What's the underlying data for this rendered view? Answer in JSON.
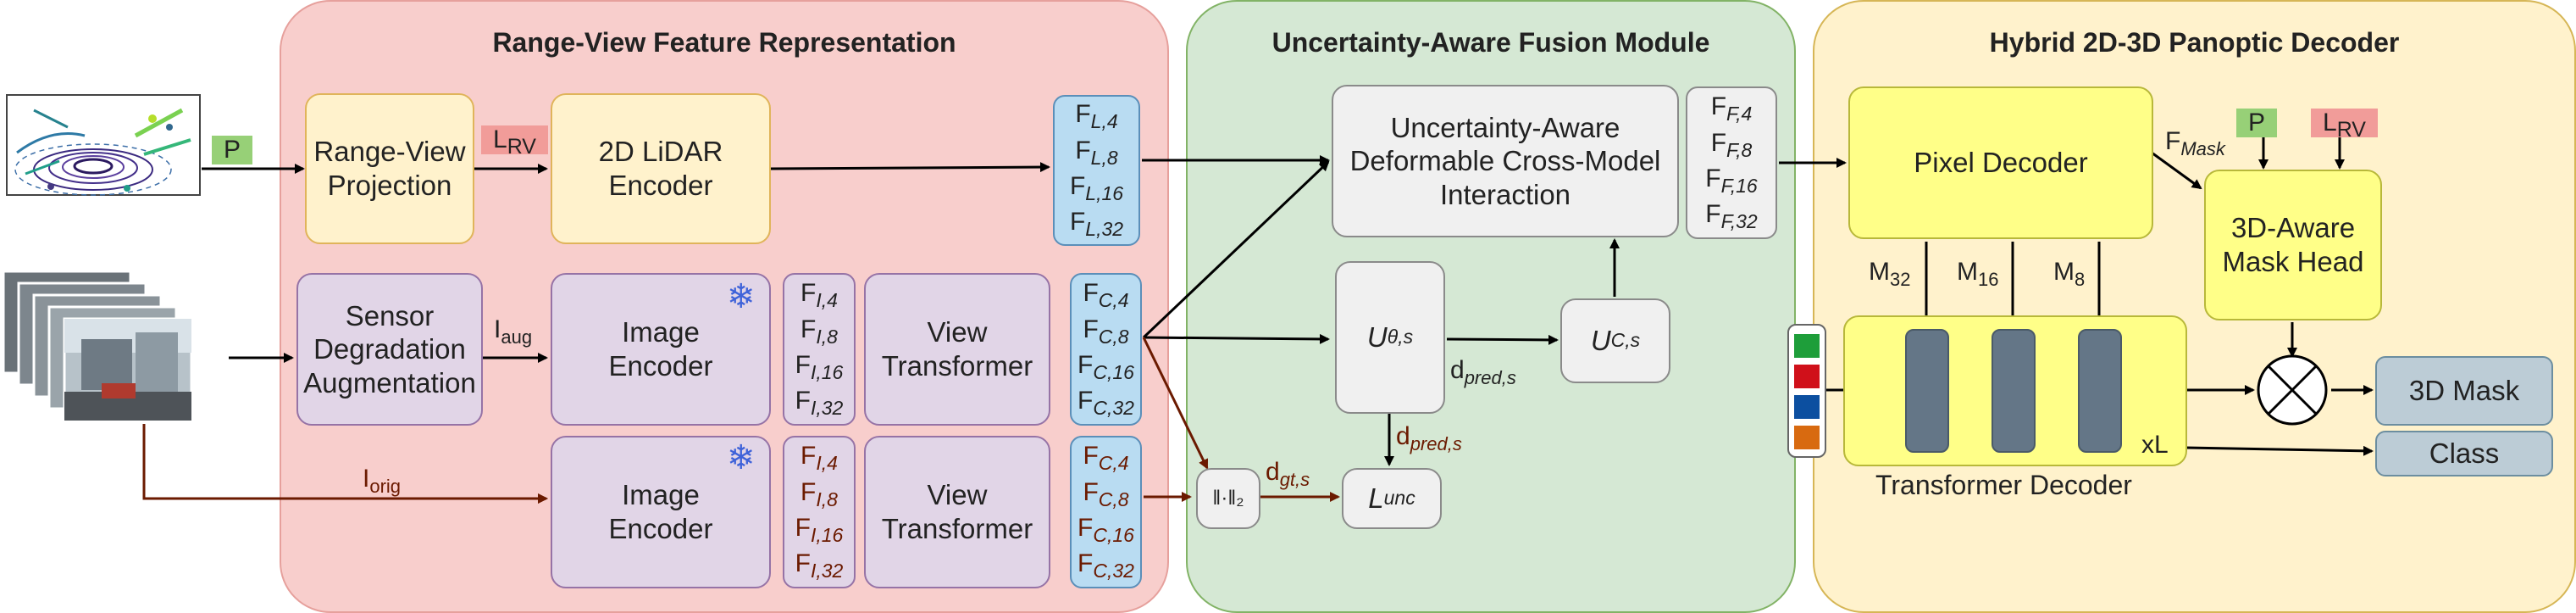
{
  "colors": {
    "panel_range": "#f8cecc",
    "panel_fusion": "#d5e8d4",
    "panel_decoder": "#fff2cc",
    "arrow_main": "#000000",
    "arrow_brown": "#6b1a00",
    "tag_green": "#97d077",
    "tag_red": "#f19c99",
    "swatch_green": "#1e9e3a",
    "swatch_red": "#d0101a",
    "swatch_blue": "#0c4fa0",
    "swatch_orange": "#d86a10"
  },
  "icons": {
    "frozen": "snowflake-icon",
    "multiply": "circled-times-icon"
  },
  "panels": {
    "range": {
      "title": "Range-View Feature Representation"
    },
    "fusion": {
      "title": "Uncertainty-Aware Fusion Module"
    },
    "decoder": {
      "title": "Hybrid 2D-3D Panoptic Decoder"
    }
  },
  "inputs": {
    "point_tag": "P",
    "l_rv_tag": {
      "base": "L",
      "sub": "RV"
    },
    "i_aug": {
      "base": "I",
      "sub": "aug"
    },
    "i_orig": {
      "base": "I",
      "sub": "orig"
    }
  },
  "boxes": {
    "range_view_projection": "Range-View\nProjection",
    "lidar_encoder": "2D LiDAR\nEncoder",
    "sensor_degradation": "Sensor\nDegradation\nAugmentation",
    "image_encoder_1": "Image\nEncoder",
    "image_encoder_2": "Image\nEncoder",
    "view_transformer_1": "View\nTransformer",
    "view_transformer_2": "View\nTransformer",
    "cross_model": "Uncertainty-Aware\nDeformable Cross-Model\nInteraction",
    "pixel_decoder": "Pixel Decoder",
    "mask_head": "3D-Aware\nMask Head",
    "mask_3d": "3D Mask",
    "class": "Class",
    "norm": "‖·‖₂"
  },
  "features": {
    "lidar": [
      {
        "base": "F",
        "sub": "L,4"
      },
      {
        "base": "F",
        "sub": "L,8"
      },
      {
        "base": "F",
        "sub": "L,16"
      },
      {
        "base": "F",
        "sub": "L,32"
      }
    ],
    "image_aug": [
      {
        "base": "F",
        "sub": "I,4"
      },
      {
        "base": "F",
        "sub": "I,8"
      },
      {
        "base": "F",
        "sub": "I,16"
      },
      {
        "base": "F",
        "sub": "I,32"
      }
    ],
    "camera_aug": [
      {
        "base": "F",
        "sub": "C,4"
      },
      {
        "base": "F",
        "sub": "C,8"
      },
      {
        "base": "F",
        "sub": "C,16"
      },
      {
        "base": "F",
        "sub": "C,32"
      }
    ],
    "image_orig": [
      {
        "base": "F",
        "sub": "I,4"
      },
      {
        "base": "F",
        "sub": "I,8"
      },
      {
        "base": "F",
        "sub": "I,16"
      },
      {
        "base": "F",
        "sub": "I,32"
      }
    ],
    "camera_orig": [
      {
        "base": "F",
        "sub": "C,4"
      },
      {
        "base": "F",
        "sub": "C,8"
      },
      {
        "base": "F",
        "sub": "C,16"
      },
      {
        "base": "F",
        "sub": "C,32"
      }
    ],
    "fused": [
      {
        "base": "F",
        "sub": "F,4"
      },
      {
        "base": "F",
        "sub": "F,8"
      },
      {
        "base": "F",
        "sub": "F,16"
      },
      {
        "base": "F",
        "sub": "F,32"
      }
    ]
  },
  "uncertainty": {
    "u_theta": {
      "base": "U",
      "sub": "θ,s"
    },
    "u_c": {
      "base": "U",
      "sub": "C,s"
    },
    "l_unc": {
      "base": "L",
      "sub": "unc"
    },
    "d_pred_1": {
      "base": "d",
      "sub": "pred,s"
    },
    "d_pred_2": {
      "base": "d",
      "sub": "pred,s"
    },
    "d_gt": {
      "base": "d",
      "sub": "gt,s"
    }
  },
  "decoder": {
    "f_mask": {
      "base": "F",
      "sub": "Mask"
    },
    "p_tag": "P",
    "l_rv_tag": {
      "base": "L",
      "sub": "RV"
    },
    "m32": {
      "base": "M",
      "sub": "32"
    },
    "m16": {
      "base": "M",
      "sub": "16"
    },
    "m8": {
      "base": "M",
      "sub": "8"
    },
    "repeat": "xL",
    "transformer_label": "Transformer Decoder"
  }
}
